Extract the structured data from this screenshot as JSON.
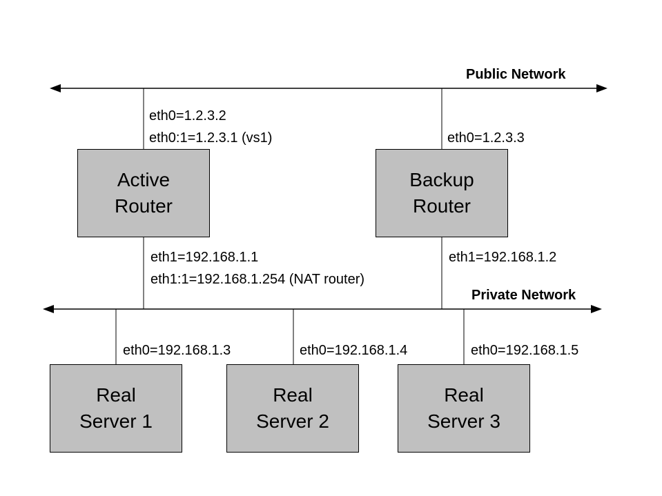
{
  "networks": {
    "public_label": "Public Network",
    "private_label": "Private Network"
  },
  "routers": [
    {
      "line1": "Active",
      "line2": "Router",
      "upper_labels": [
        "eth0=1.2.3.2",
        "eth0:1=1.2.3.1 (vs1)"
      ],
      "lower_labels": [
        "eth1=192.168.1.1",
        "eth1:1=192.168.1.254 (NAT router)"
      ]
    },
    {
      "line1": "Backup",
      "line2": "Router",
      "upper_labels": [
        "eth0=1.2.3.3"
      ],
      "lower_labels": [
        "eth1=192.168.1.2"
      ]
    }
  ],
  "servers": [
    {
      "line1": "Real",
      "line2": "Server 1",
      "label": "eth0=192.168.1.3"
    },
    {
      "line1": "Real",
      "line2": "Server 2",
      "label": "eth0=192.168.1.4"
    },
    {
      "line1": "Real",
      "line2": "Server 3",
      "label": "eth0=192.168.1.5"
    }
  ],
  "colors": {
    "node_fill": "#c0c0c0",
    "line": "#000000"
  }
}
